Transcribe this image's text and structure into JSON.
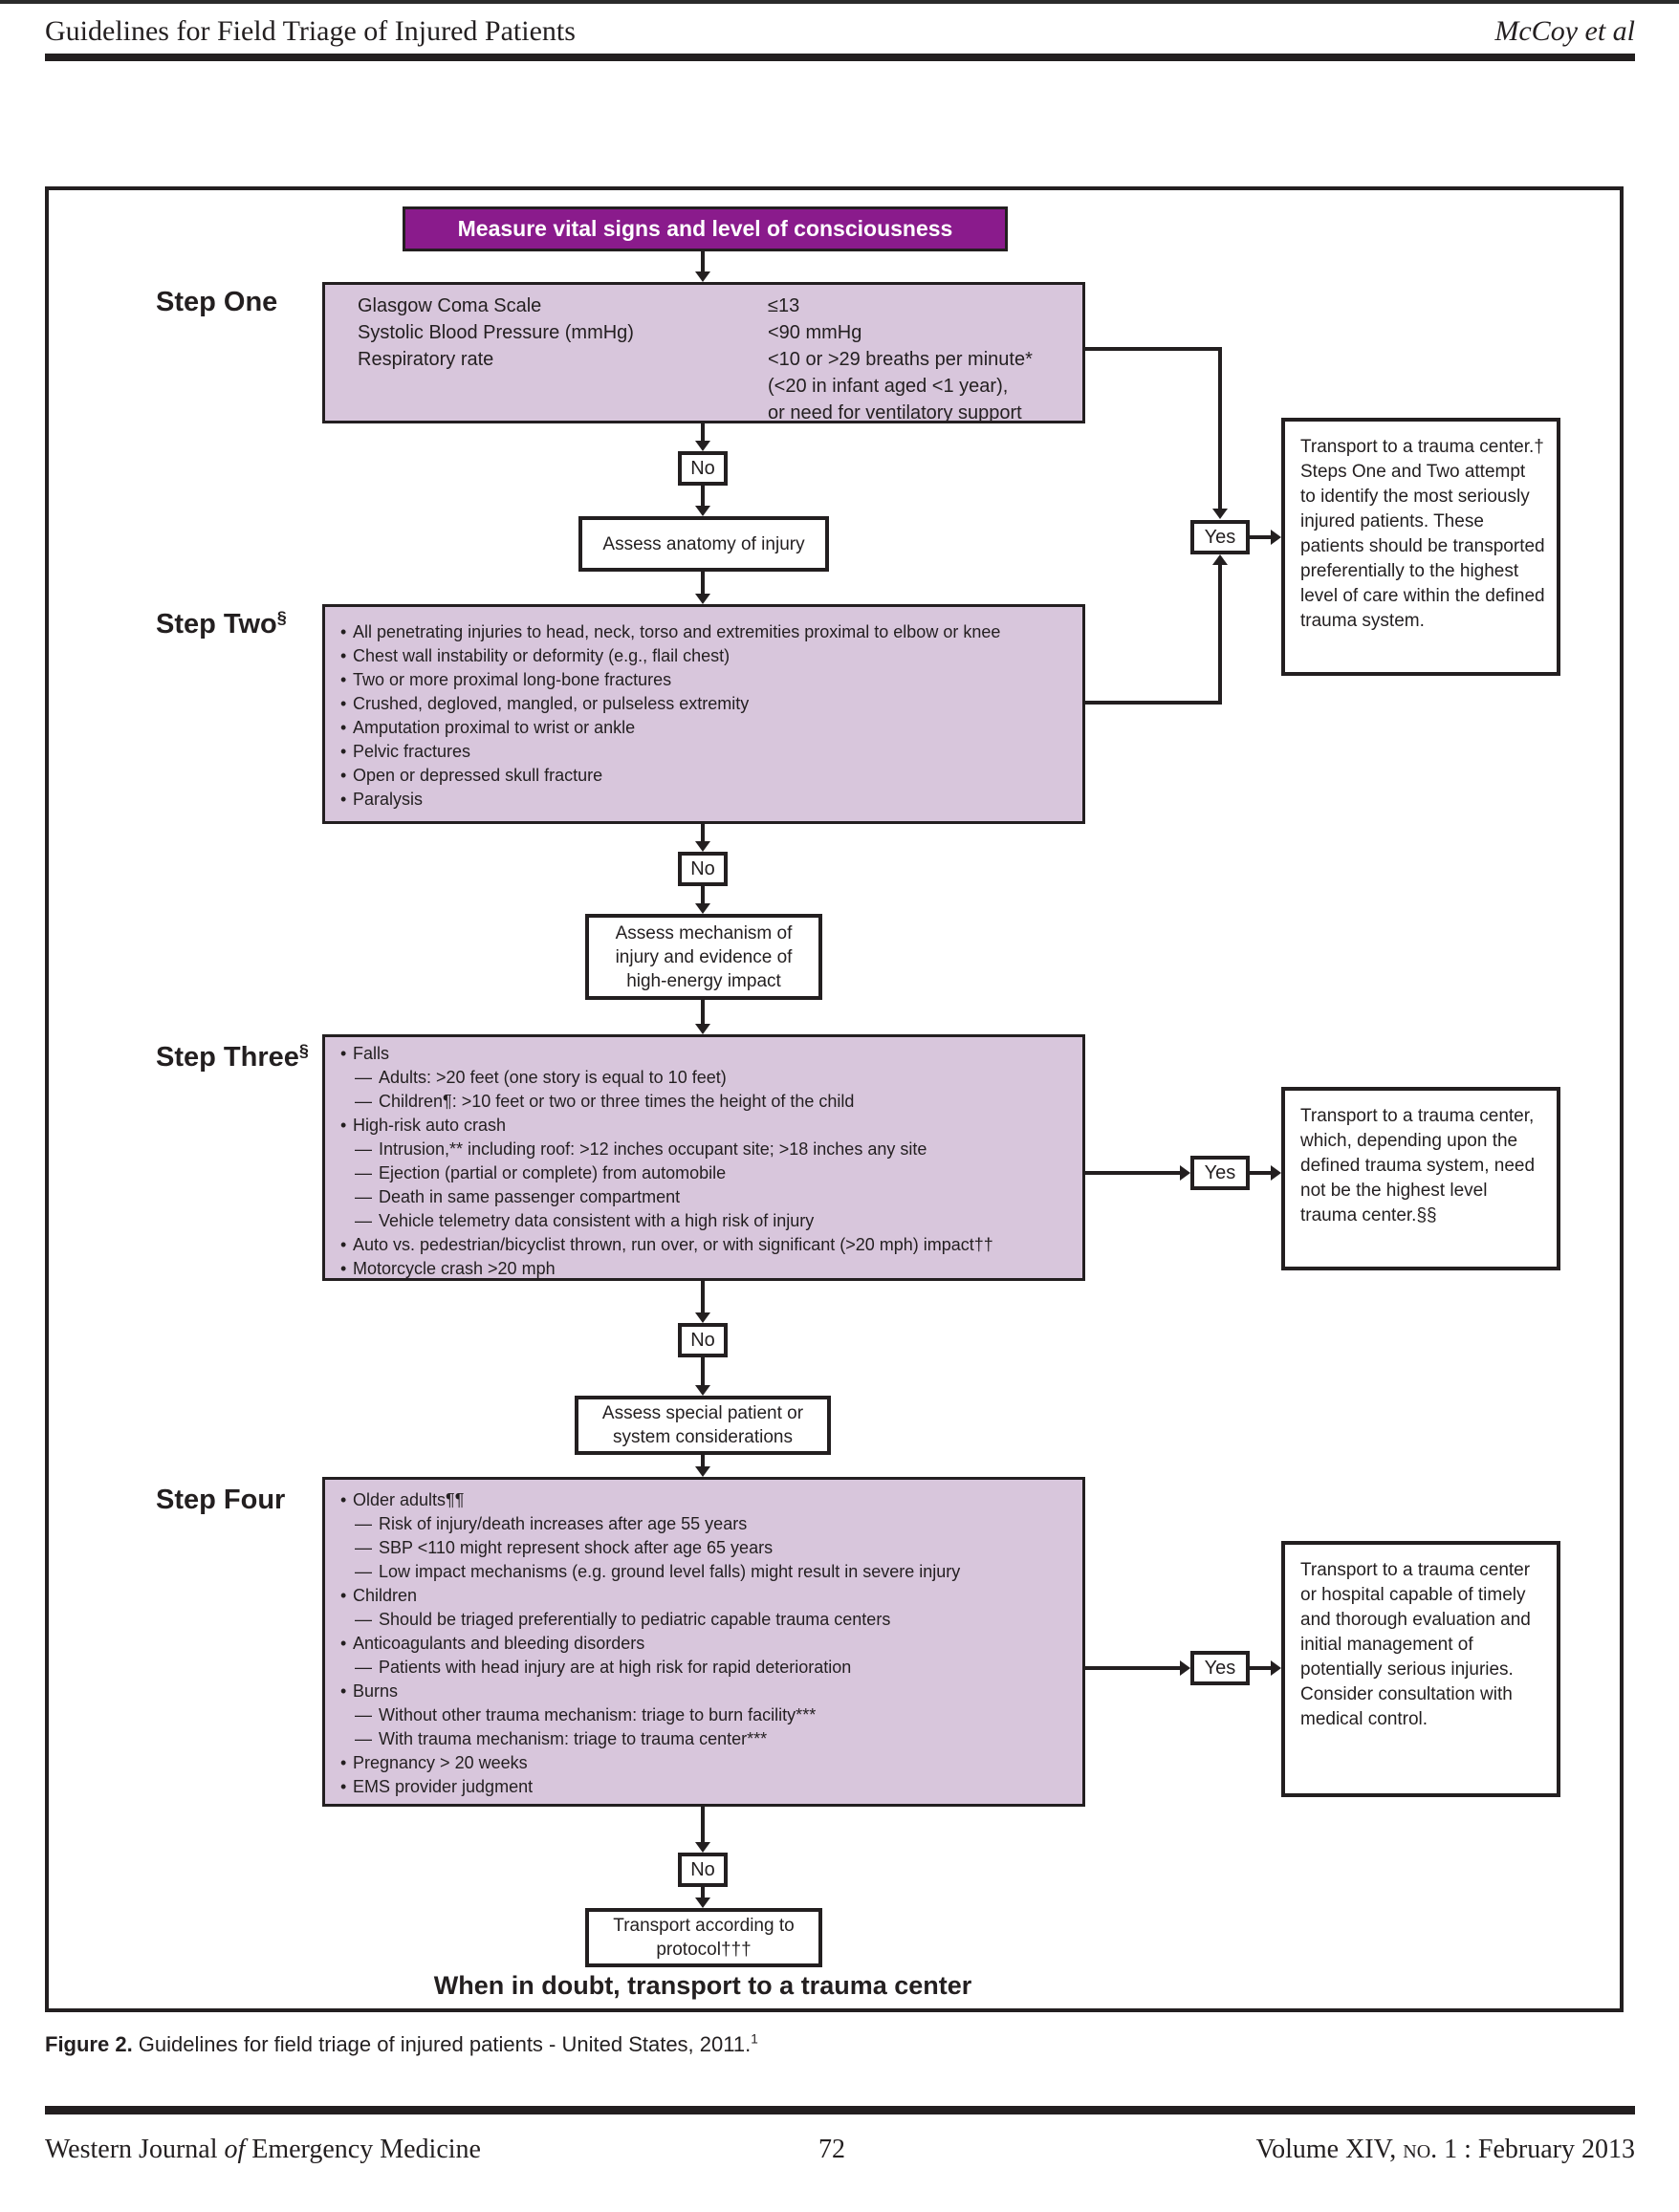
{
  "header": {
    "title": "Guidelines for Field Triage of Injured Patients",
    "authors": "McCoy et al"
  },
  "flowchart": {
    "title": "Measure vital signs and level of consciousness",
    "colors": {
      "header_purple": "#8a1b8c",
      "step_fill": "#d8c6dc",
      "line": "#231f20"
    },
    "decision": {
      "no": "No",
      "yes": "Yes"
    },
    "steps": {
      "one": {
        "label": "Step One",
        "sup": "",
        "left": [
          "Glasgow Coma Scale",
          "Systolic Blood Pressure (mmHg)",
          "Respiratory rate"
        ],
        "right": [
          "≤13",
          "<90 mmHg",
          "<10 or >29 breaths per minute*",
          "(<20 in infant aged <1 year),",
          "or need for ventilatory support"
        ]
      },
      "two": {
        "label": "Step Two",
        "sup": "§",
        "items": [
          {
            "k": "b",
            "t": "All penetrating injuries to head, neck, torso and extremities proximal to elbow or knee"
          },
          {
            "k": "b",
            "t": "Chest wall instability or deformity (e.g., flail chest)"
          },
          {
            "k": "b",
            "t": "Two or more proximal long-bone fractures"
          },
          {
            "k": "b",
            "t": "Crushed, degloved, mangled, or pulseless extremity"
          },
          {
            "k": "b",
            "t": "Amputation proximal to wrist or ankle"
          },
          {
            "k": "b",
            "t": "Pelvic fractures"
          },
          {
            "k": "b",
            "t": "Open or depressed skull fracture"
          },
          {
            "k": "b",
            "t": "Paralysis"
          }
        ]
      },
      "three": {
        "label": "Step Three",
        "sup": "§",
        "items": [
          {
            "k": "b",
            "t": "Falls"
          },
          {
            "k": "d",
            "t": "Adults: >20 feet (one story is equal to 10 feet)"
          },
          {
            "k": "d",
            "t": "Children¶: >10 feet or two or three times the height of the child"
          },
          {
            "k": "b",
            "t": "High-risk auto crash"
          },
          {
            "k": "d",
            "t": "Intrusion,** including roof: >12 inches occupant site; >18 inches any site"
          },
          {
            "k": "d",
            "t": "Ejection (partial or complete) from automobile"
          },
          {
            "k": "d",
            "t": "Death in same passenger compartment"
          },
          {
            "k": "d",
            "t": "Vehicle telemetry data consistent with a high risk of injury"
          },
          {
            "k": "b",
            "t": "Auto vs. pedestrian/bicyclist thrown, run over, or with significant (>20 mph) impact††"
          },
          {
            "k": "b",
            "t": "Motorcycle crash >20 mph"
          }
        ]
      },
      "four": {
        "label": "Step Four",
        "sup": "",
        "items": [
          {
            "k": "b",
            "t": "Older adults¶¶"
          },
          {
            "k": "d",
            "t": "Risk of injury/death increases after age 55 years"
          },
          {
            "k": "d",
            "t": "SBP <110 might represent shock after age 65 years"
          },
          {
            "k": "d",
            "t": "Low impact mechanisms (e.g. ground level falls) might result in severe injury"
          },
          {
            "k": "b",
            "t": "Children"
          },
          {
            "k": "d",
            "t": "Should be triaged preferentially to pediatric capable trauma centers"
          },
          {
            "k": "b",
            "t": "Anticoagulants and bleeding disorders"
          },
          {
            "k": "d",
            "t": "Patients with head injury are at high risk for rapid deterioration"
          },
          {
            "k": "b",
            "t": "Burns"
          },
          {
            "k": "d",
            "t": "Without other trauma mechanism: triage to burn facility***"
          },
          {
            "k": "d",
            "t": "With trauma mechanism: triage to trauma center***"
          },
          {
            "k": "b",
            "t": "Pregnancy > 20 weeks"
          },
          {
            "k": "b",
            "t": "EMS provider judgment"
          }
        ]
      }
    },
    "process": {
      "anatomy": "Assess anatomy of injury",
      "mechanism": "Assess mechanism of injury and evidence of high-energy impact",
      "special": "Assess special patient or system considerations",
      "protocol": "Transport according to protocol†††"
    },
    "transport": {
      "one": "Transport to a trauma center.† Steps One and Two attempt to identify the most seriously injured patients. These patients should be transported preferentially to the highest level of care within the defined trauma system.",
      "two": "Transport to a trauma center, which, depending upon the defined trauma system, need not be the highest level trauma center.§§",
      "three": "Transport to a trauma center or hospital capable of timely and thorough evaluation and initial management of potentially serious injuries. Consider consultation with medical control."
    },
    "bottom_note": "When in doubt, transport to a trauma center"
  },
  "caption": {
    "bold": "Figure 2.",
    "text": " Guidelines for field triage of injured patients - United States, 2011.",
    "sup": "1"
  },
  "footer": {
    "journal_pre": "Western Journal ",
    "journal_of": "of",
    "journal_post": " Emergency Medicine",
    "page_number": "72",
    "volume_pre": "Volume XIV, ",
    "volume_no": "no",
    "volume_post": ". 1  : February 2013"
  }
}
